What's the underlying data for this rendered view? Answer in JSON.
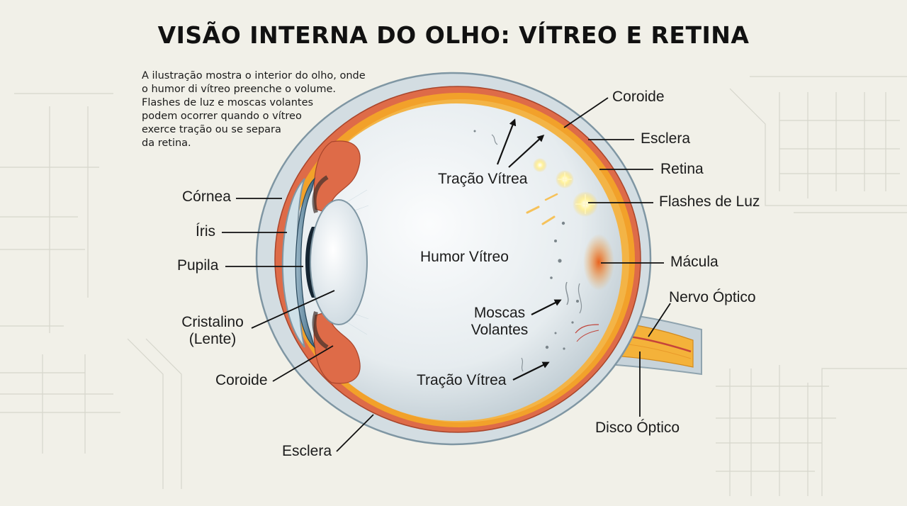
{
  "title": "VISÃO INTERNA DO OLHO: VÍTREO E RETINA",
  "description": [
    "A ilustração mostra o interior do olho, onde",
    "o humor di vítreo preenche o volume.",
    "Flashes de luz e moscas volantes",
    "podem ocorrer quando o vítreo",
    "exerce tração ou se separa",
    "da retina."
  ],
  "labels": {
    "cornea": "Córnea",
    "iris": "Íris",
    "pupil": "Pupila",
    "lens": [
      "Cristalino",
      "(Lente)"
    ],
    "choroid_left": "Coroide",
    "sclera_bottom": "Esclera",
    "choroid_right": "Coroide",
    "sclera_right": "Esclera",
    "retina": "Retina",
    "flashes": "Flashes de Luz",
    "macula": "Mácula",
    "optic_nerve": "Nervo Óptico",
    "optic_disc": "Disco Óptico",
    "vitreous_humor": "Humor Vítreo",
    "traction_top": "Tração Vítrea",
    "floaters": [
      "Moscas",
      "Volantes"
    ],
    "traction_bottom": "Tração Vítrea"
  },
  "colors": {
    "background": "#f1f0e8",
    "sclera": "#d3dde2",
    "choroid": "#de6b48",
    "retina": "#f2a12a",
    "vitreous": "#e8eef1",
    "iris": "#4f7d98",
    "optic_nerve": "#f4b23a"
  }
}
